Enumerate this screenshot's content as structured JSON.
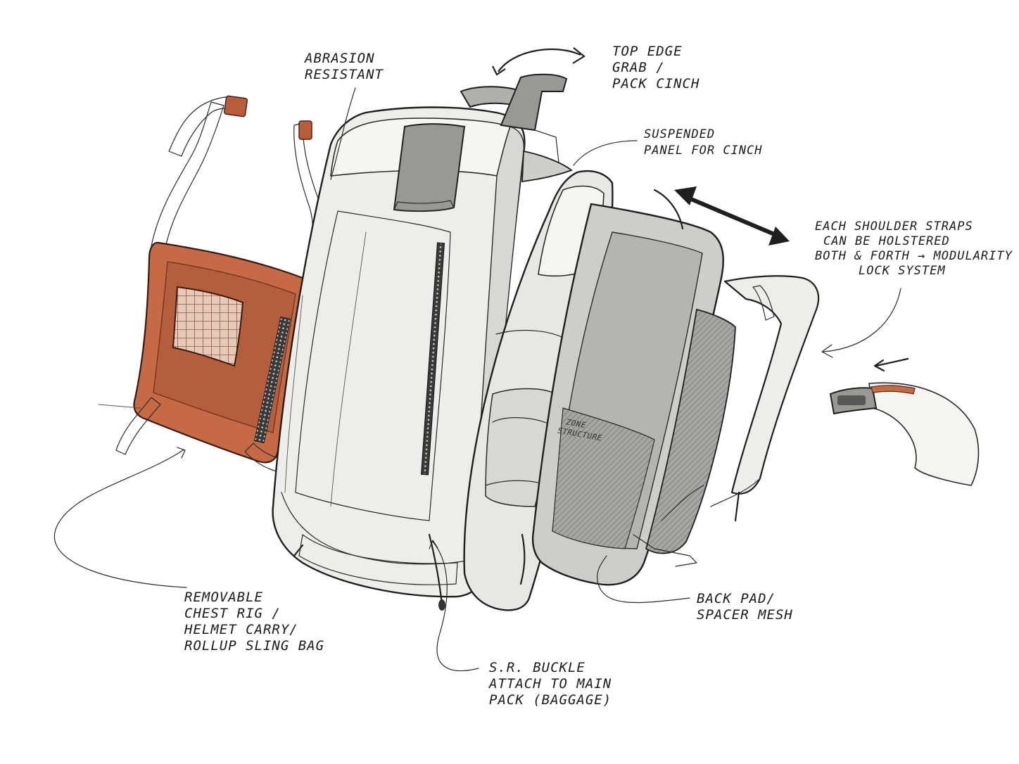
{
  "colors": {
    "orange": "#c66a45",
    "orange_dark": "#8e4226",
    "pack_light": "#efede9",
    "pack_mid": "#d9d7d3",
    "pack_dark": "#9a9895",
    "ink": "#1f1f1f"
  },
  "annotations": {
    "abrasion": [
      "ABRASION",
      "RESISTANT"
    ],
    "top_edge": [
      "TOP EDGE",
      "GRAB /",
      "PACK CINCH"
    ],
    "suspended": [
      "SUSPENDED",
      "PANEL FOR CINCH"
    ],
    "shoulder": [
      "EACH SHOULDER STRAPS",
      "CAN BE HOLSTERED",
      "BOTH & FORTH → MODULARITY",
      "LOCK SYSTEM"
    ],
    "chest_rig": [
      "REMOVABLE",
      "CHEST RIG /",
      "HELMET CARRY/",
      "ROLLUP SLING BAG"
    ],
    "buckle": [
      "S.R. BUCKLE",
      "ATTACH TO MAIN",
      "PACK (BAGGAGE)"
    ],
    "back_pad": [
      "BACK PAD/",
      "SPACER MESH"
    ],
    "zone": [
      "ZONE",
      "STRUCTURE"
    ]
  }
}
